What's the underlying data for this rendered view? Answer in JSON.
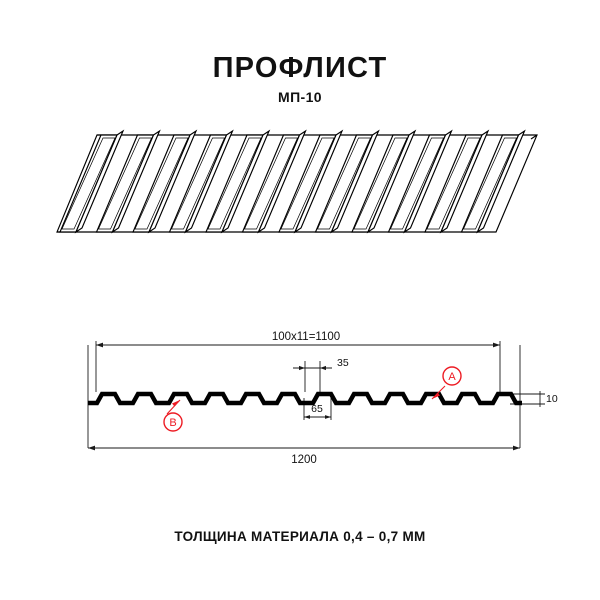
{
  "page": {
    "title": "ПРОФЛИСТ",
    "subtitle": "МП-10",
    "footnote": "ТОЛЩИНА МАТЕРИАЛА 0,4 – 0,7 ММ"
  },
  "colors": {
    "line": "#000000",
    "callout": "#ed1c24",
    "background": "#ffffff",
    "dimension": "#1a1a1a"
  },
  "dimensions": {
    "pitch_total": "100x11=1100",
    "rib_top": "35",
    "valley": "65",
    "overall_width": "1200",
    "height": "10"
  },
  "callouts": [
    {
      "label": "A"
    },
    {
      "label": "B"
    }
  ],
  "isometric": {
    "rib_count": 12
  },
  "cross_section": {
    "rib_count": 12
  }
}
